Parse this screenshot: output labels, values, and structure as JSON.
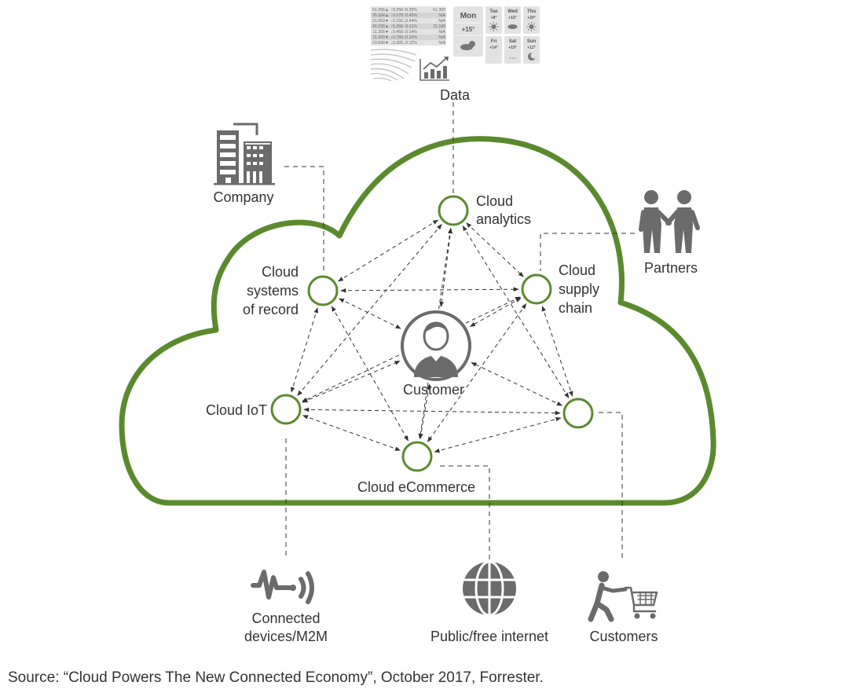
{
  "diagram": {
    "title": "Cloud connected economy",
    "colors": {
      "cloud_outline": "#5a8a2e",
      "node_outline": "#5a8a2e",
      "icon_gray": "#6b6b6b",
      "connector": "#333333",
      "text": "#333333"
    },
    "nodes": [
      {
        "id": "analytics",
        "label_lines": [
          "Cloud",
          "analytics"
        ]
      },
      {
        "id": "records",
        "label_lines": [
          "Cloud",
          "systems",
          "of record"
        ]
      },
      {
        "id": "supply",
        "label_lines": [
          "Cloud",
          "supply",
          "chain"
        ]
      },
      {
        "id": "iot",
        "label_lines": [
          "Cloud IoT"
        ]
      },
      {
        "id": "ecommerce",
        "label_lines": [
          "Cloud eCommerce"
        ]
      },
      {
        "id": "customerapps",
        "label_lines": []
      },
      {
        "id": "customer",
        "label_lines": [
          "Customer"
        ]
      }
    ],
    "edges": [
      [
        "analytics",
        "records"
      ],
      [
        "analytics",
        "supply"
      ],
      [
        "analytics",
        "customer"
      ],
      [
        "analytics",
        "iot"
      ],
      [
        "analytics",
        "ecommerce"
      ],
      [
        "analytics",
        "customerapps"
      ],
      [
        "records",
        "supply"
      ],
      [
        "records",
        "customer"
      ],
      [
        "records",
        "iot"
      ],
      [
        "records",
        "ecommerce"
      ],
      [
        "supply",
        "customer"
      ],
      [
        "supply",
        "iot"
      ],
      [
        "supply",
        "ecommerce"
      ],
      [
        "supply",
        "customerapps"
      ],
      [
        "iot",
        "customer"
      ],
      [
        "iot",
        "ecommerce"
      ],
      [
        "iot",
        "customerapps"
      ],
      [
        "ecommerce",
        "customer"
      ],
      [
        "ecommerce",
        "customerapps"
      ],
      [
        "customerapps",
        "customer"
      ]
    ],
    "external": {
      "data": {
        "label": "Data"
      },
      "company": {
        "label": "Company"
      },
      "partners": {
        "label": "Partners"
      },
      "devices": {
        "label_lines": [
          "Connected",
          "devices/M2M"
        ]
      },
      "internet": {
        "label": "Public/free internet"
      },
      "customers": {
        "label": "Customers"
      }
    },
    "data_table": {
      "rows": [
        [
          "61.256▲",
          "↑0.256",
          "↑0.25%",
          "61.300"
        ],
        [
          "35.694▲",
          "↑0.278",
          "↑0.45%",
          "N/A"
        ],
        [
          "21.063▼",
          "↓0.156",
          "↓0.44%",
          "N/A"
        ],
        [
          "40.230▲",
          "↑5.256",
          "↑0.11%",
          "11.100"
        ],
        [
          "11.255▼",
          "↓0.458",
          "↓0.14%",
          "N/A"
        ],
        [
          "11.300▼",
          "↓0.784",
          "↓0.25%",
          "N/A"
        ],
        [
          "23.699▼",
          "↓0.395",
          "↓0.12%",
          "N/A"
        ]
      ]
    },
    "weather": {
      "main": {
        "day": "Mon",
        "temp": "+15°",
        "icon": "partly-cloudy-icon"
      },
      "days": [
        {
          "day": "Tue",
          "temp": "+8°",
          "icon": "sun-icon"
        },
        {
          "day": "Wed",
          "temp": "+15°",
          "icon": "cloud-icon"
        },
        {
          "day": "Thu",
          "temp": "+20°",
          "icon": "sun-icon"
        },
        {
          "day": "Fri",
          "temp": "+14°",
          "icon": ""
        },
        {
          "day": "Sat",
          "temp": "+19°",
          "icon": "snow-icon"
        },
        {
          "day": "Sun",
          "temp": "+12°",
          "icon": "moon-icon"
        }
      ]
    }
  },
  "footer": {
    "source": "Source: “Cloud Powers The New Connected Economy”, October 2017, Forrester."
  }
}
